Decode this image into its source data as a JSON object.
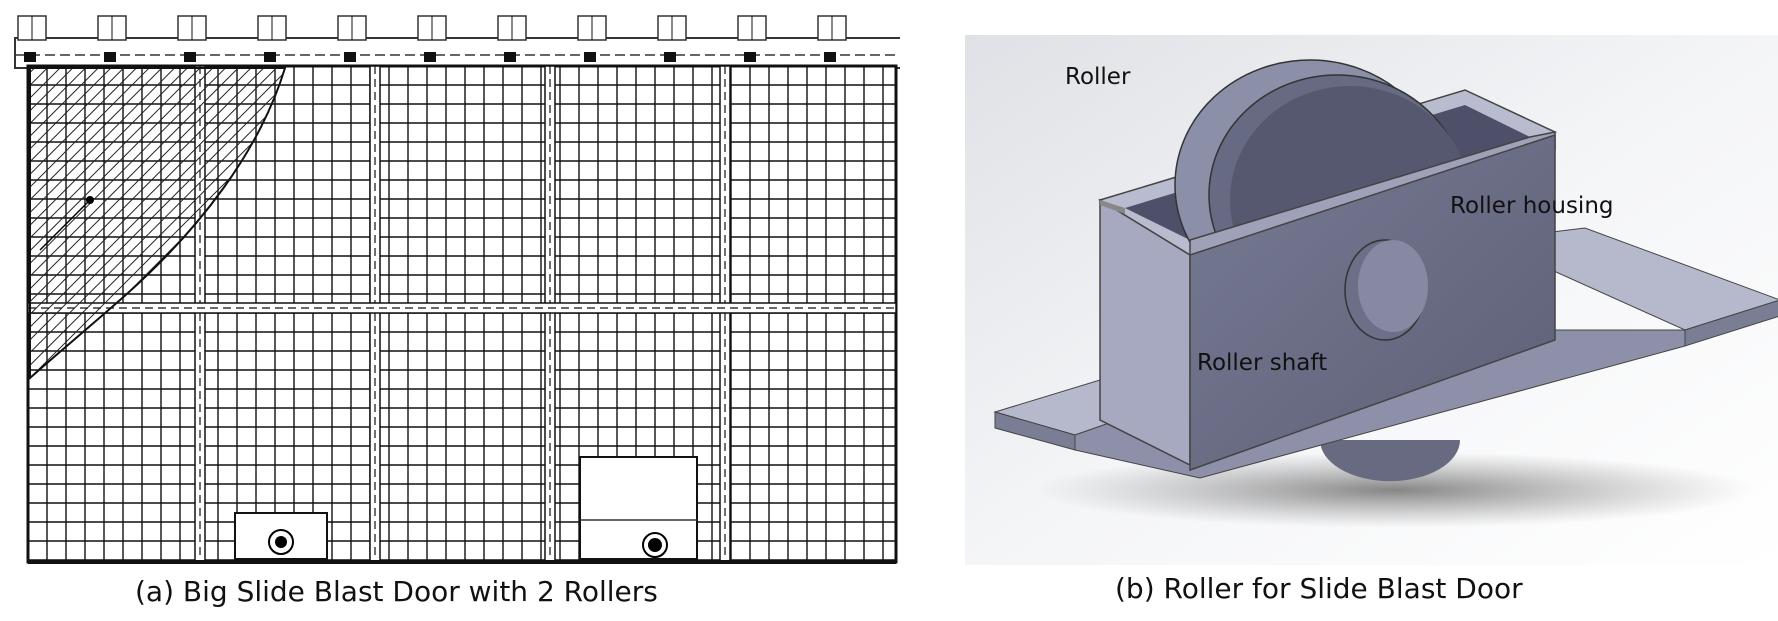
{
  "figure": {
    "panel_a": {
      "caption": "(a) Big Slide Blast Door with 2 Rollers"
    },
    "panel_b": {
      "caption": "(b) Roller for Slide Blast Door",
      "labels": {
        "roller": "Roller",
        "housing": "Roller housing",
        "shaft": "Roller shaft"
      }
    }
  }
}
